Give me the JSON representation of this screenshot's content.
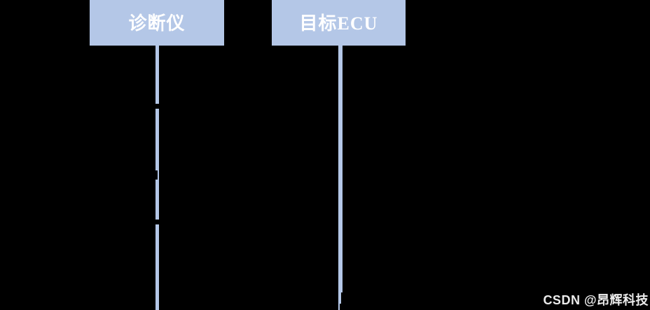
{
  "diagram": {
    "type": "sequence-diagram",
    "background_color": "#000000",
    "actor_fill_color": "#B4C7E7",
    "actor_text_color": "#FFFFFF",
    "lifeline_color": "#B4C7E7",
    "actors": [
      {
        "label": "诊断仪"
      },
      {
        "label": "目标ECU"
      }
    ]
  },
  "watermark": {
    "text": "CSDN @昂辉科技",
    "color": "#ECECEC"
  }
}
